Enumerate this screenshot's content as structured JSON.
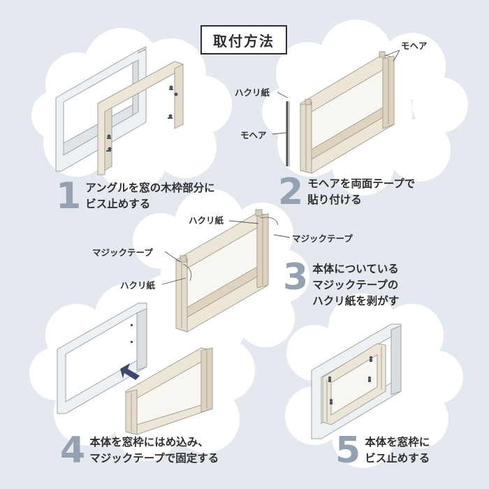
{
  "title": "取付方法",
  "steps": [
    {
      "number": "1",
      "line1": "アングルを窓の木枠部分に",
      "line2": "ビス止めする"
    },
    {
      "number": "2",
      "line1": "モヘアを両面テープで",
      "line2": "貼り付ける"
    },
    {
      "number": "3",
      "line1": "本体についている",
      "line2": "マジックテープの",
      "line3": "ハクリ紙を剥がす"
    },
    {
      "number": "4",
      "line1": "本体を窓枠にはめ込み、",
      "line2": "マジックテープで固定する"
    },
    {
      "number": "5",
      "line1": "本体を窓枠に",
      "line2": "ビス止めする"
    }
  ],
  "labels": {
    "mohair_top": "モヘア",
    "release_paper_2": "ハクリ紙",
    "mohair_2": "モヘア",
    "release_paper_3a": "ハクリ紙",
    "magic_tape_3a": "マジックテープ",
    "magic_tape_3b": "マジックテープ",
    "release_paper_3b": "ハクリ紙"
  },
  "colors": {
    "background": "#e3e9ee",
    "cloud": "#ffffff",
    "step_number": "#93a1b1",
    "frame_beige": "#ece6d8",
    "frame_gray": "#e9edf0",
    "arrow": "#3d4a6b"
  }
}
